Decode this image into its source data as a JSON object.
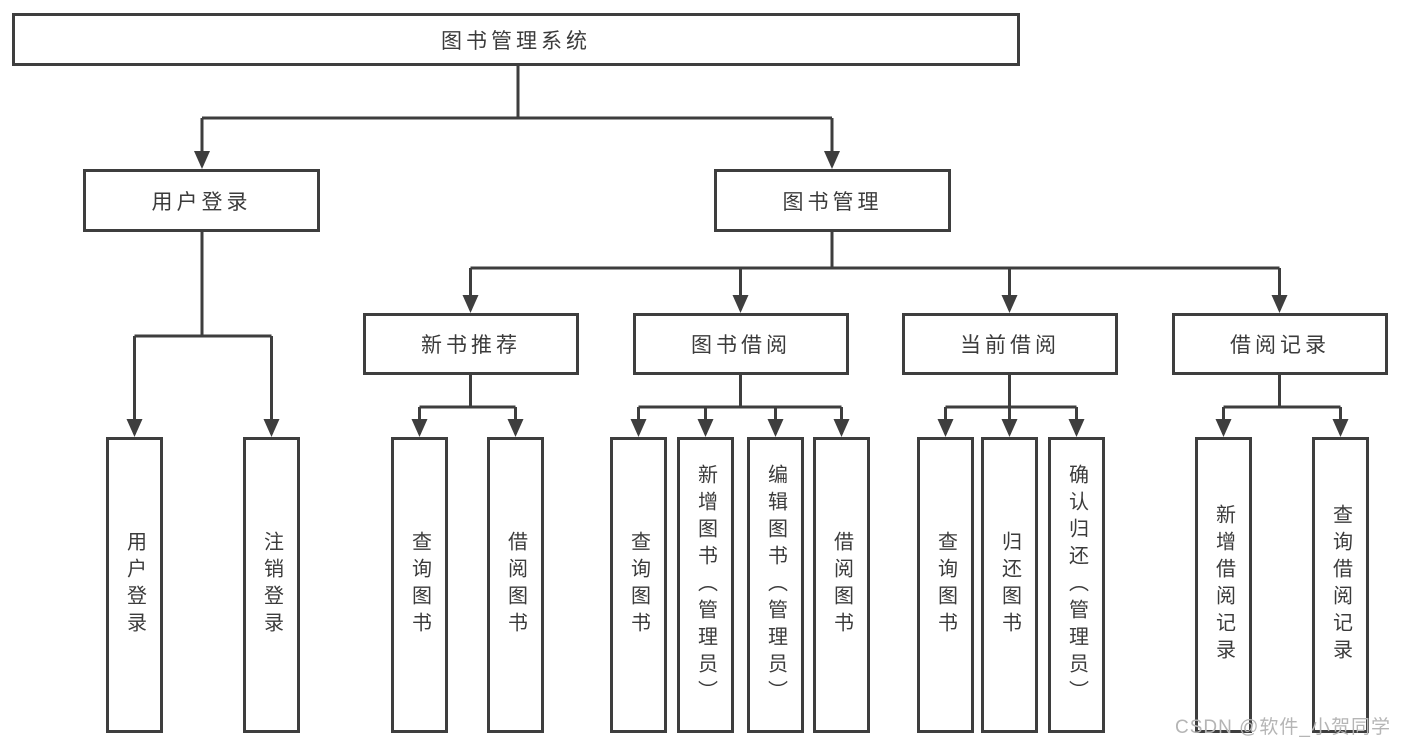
{
  "colors": {
    "line": "#3e3e3e",
    "box_border": "#3e3e3e",
    "text": "#3b3b3b",
    "background": "#ffffff",
    "watermark_text": "#b5b5b5"
  },
  "watermark": "CSDN @软件_小贺同学",
  "tree": {
    "root": {
      "label": "图书管理系统",
      "children": [
        {
          "label": "用户登录",
          "children": [
            {
              "label": "用户登录"
            },
            {
              "label": "注销登录"
            }
          ]
        },
        {
          "label": "图书管理",
          "children": [
            {
              "label": "新书推荐",
              "children": [
                {
                  "label": "查询图书"
                },
                {
                  "label": "借阅图书"
                }
              ]
            },
            {
              "label": "图书借阅",
              "children": [
                {
                  "label": "查询图书"
                },
                {
                  "label": "新增图书（管理员）"
                },
                {
                  "label": "编辑图书（管理员）"
                },
                {
                  "label": "借阅图书"
                }
              ]
            },
            {
              "label": "当前借阅",
              "children": [
                {
                  "label": "查询图书"
                },
                {
                  "label": "归还图书"
                },
                {
                  "label": "确认归还（管理员）"
                }
              ]
            },
            {
              "label": "借阅记录",
              "children": [
                {
                  "label": "新增借阅记录"
                },
                {
                  "label": "查询借阅记录"
                }
              ]
            }
          ]
        }
      ]
    }
  }
}
